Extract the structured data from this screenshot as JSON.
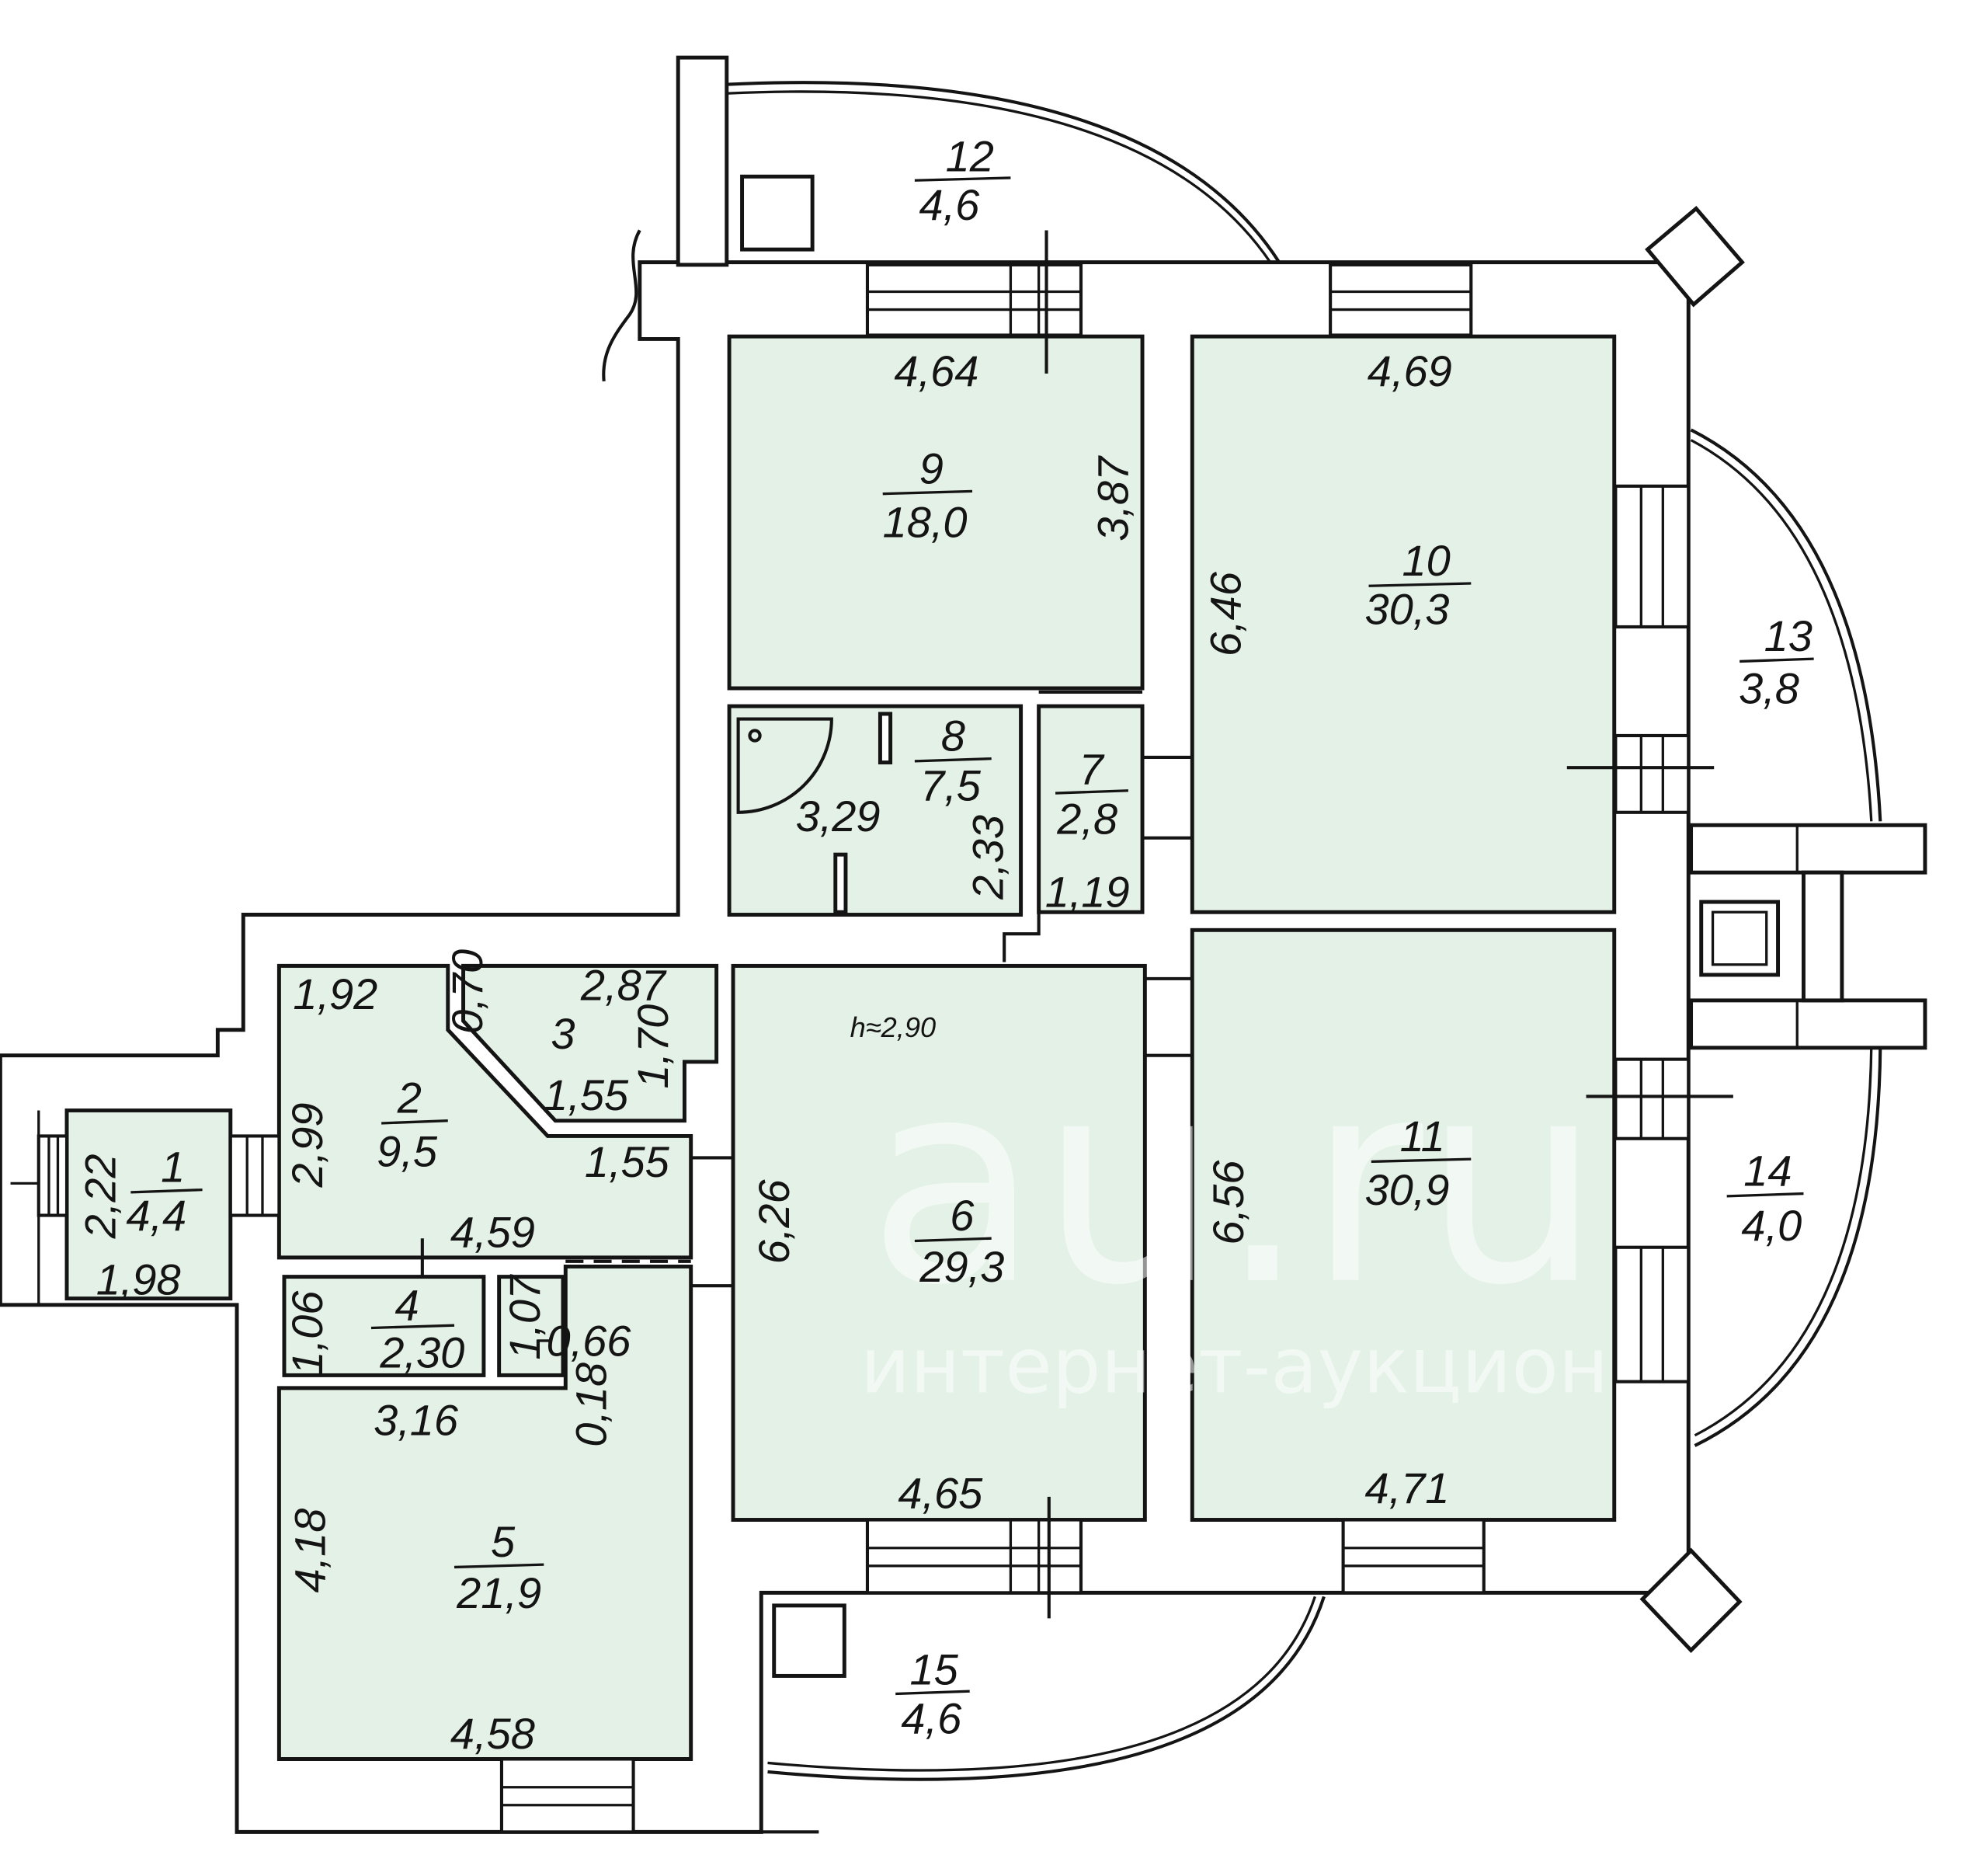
{
  "rooms": {
    "r1": {
      "number": "1",
      "area": "4,4"
    },
    "r2": {
      "number": "2",
      "area": "9,5"
    },
    "r3": {
      "number": "3"
    },
    "r4": {
      "number": "4",
      "area": "2,30"
    },
    "r5": {
      "number": "5",
      "area": "21,9"
    },
    "r6": {
      "number": "6",
      "area": "29,3"
    },
    "r7": {
      "number": "7",
      "area": "2,8"
    },
    "r8": {
      "number": "8",
      "area": "7,5"
    },
    "r9": {
      "number": "9",
      "area": "18,0"
    },
    "r10": {
      "number": "10",
      "area": "30,3"
    },
    "r11": {
      "number": "11",
      "area": "30,9"
    },
    "r12": {
      "number": "12",
      "area": "4,6"
    },
    "r13": {
      "number": "13",
      "area": "3,8"
    },
    "r14": {
      "number": "14",
      "area": "4,0"
    },
    "r15": {
      "number": "15",
      "area": "4,6"
    }
  },
  "dimensions": {
    "r9_width": "4,64",
    "r9_height": "3,87",
    "r10_width": "4,69",
    "r10_height": "6,46",
    "r8_width": "3,29",
    "r8_height": "2,33",
    "r7_width": "1,19",
    "r2_width_top": "1,92",
    "r3_depth": "0,70",
    "r3_width": "2,87",
    "r3_height": "1,70",
    "r3_diagonal": "1,55",
    "r2_height": "2,99",
    "r2_width_right": "1,55",
    "r1_height": "2,22",
    "r1_width": "1,98",
    "r2_width": "4,59",
    "r4_height": "1,06",
    "closet_height": "1,07",
    "closet_width": "0,66",
    "r5_offset": "0,18",
    "r4_width": "3,16",
    "r5_height": "4,18",
    "r5_width": "4,58",
    "r6_height": "6,26",
    "r6_width": "4,65",
    "r11_height": "6,56",
    "r11_width": "4,71"
  },
  "ceiling_height": "h≈2,90",
  "watermark": {
    "logo": "au.ru",
    "caption": "интернет-аукцион"
  },
  "colors": {
    "room_fill": "#e4f1e6",
    "wall_fill": "#ffffff",
    "line": "#141414",
    "watermark": "#ffffff"
  }
}
